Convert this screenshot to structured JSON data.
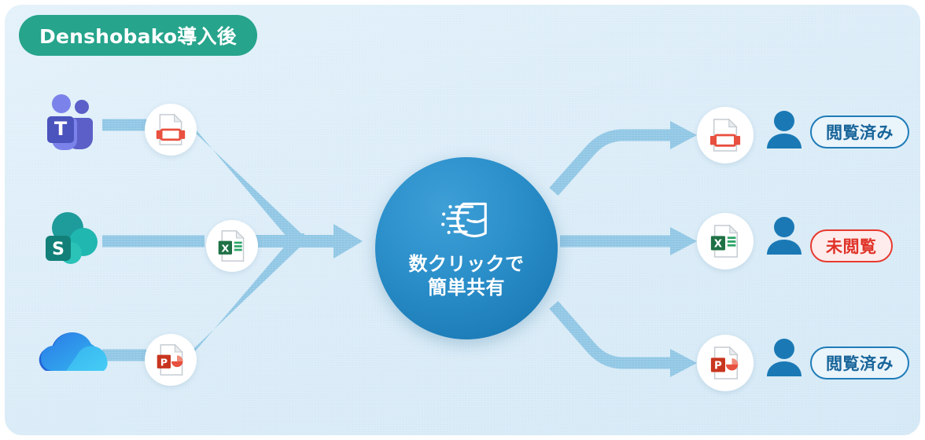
{
  "header": {
    "badge_label": "Denshobako導入後",
    "badge_color": "#26a48c"
  },
  "hub": {
    "line1": "数クリックで",
    "line2": "簡単共有",
    "icon": "flying-envelope-icon",
    "color": "#2b8fca"
  },
  "sources": [
    {
      "app": "microsoft-teams",
      "letter": "T",
      "file_type": "video",
      "file_icon": "video-file-icon"
    },
    {
      "app": "sharepoint",
      "letter": "S",
      "file_type": "excel",
      "file_icon": "excel-file-icon"
    },
    {
      "app": "onedrive",
      "letter": "",
      "file_type": "powerpoint",
      "file_icon": "powerpoint-file-icon"
    }
  ],
  "recipients": [
    {
      "file_type": "video",
      "file_icon": "video-file-icon",
      "status_label": "閲覧済み",
      "status": "read",
      "status_color": "#18659a"
    },
    {
      "file_type": "excel",
      "file_icon": "excel-file-icon",
      "status_label": "未閲覧",
      "status": "unread",
      "status_color": "#e03228"
    },
    {
      "file_type": "powerpoint",
      "file_icon": "powerpoint-file-icon",
      "status_label": "閲覧済み",
      "status": "read",
      "status_color": "#18659a"
    }
  ],
  "flow": {
    "arrow_color": "#8fc6e4",
    "background": "#dcedf8"
  }
}
